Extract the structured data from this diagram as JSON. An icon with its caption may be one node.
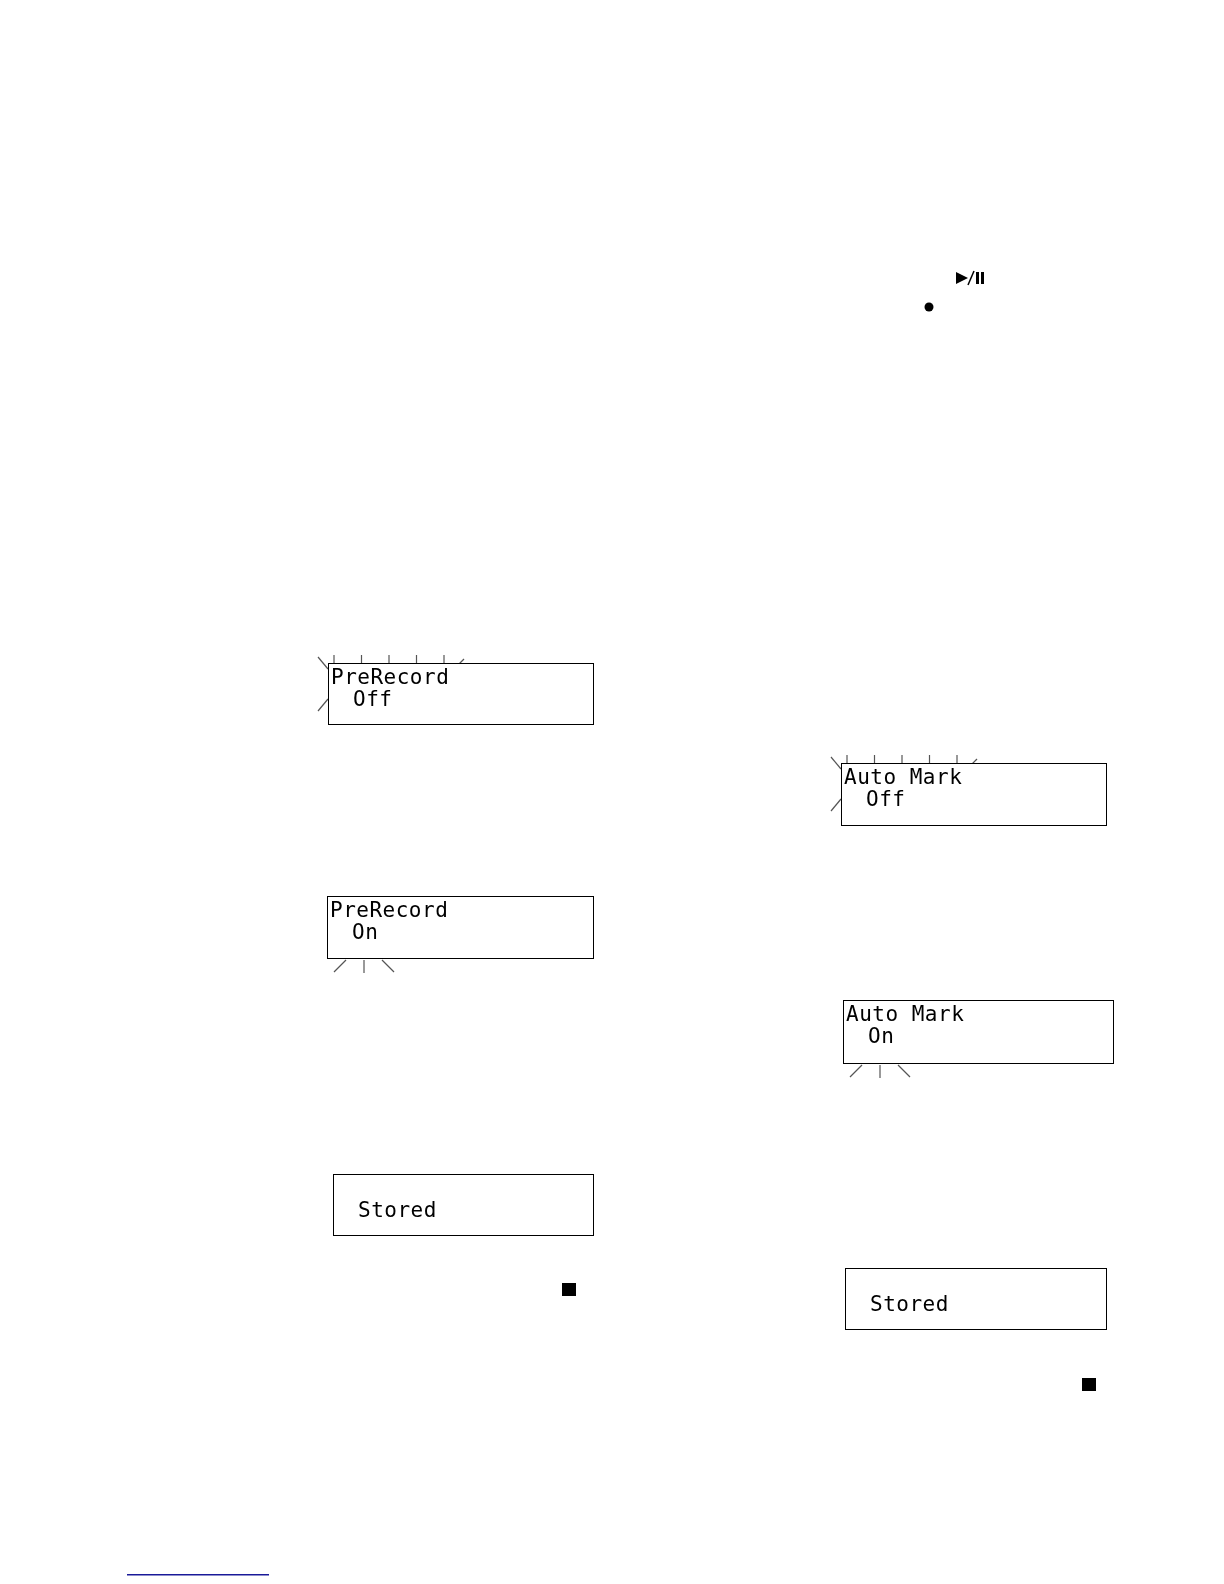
{
  "diagram": {
    "nodes": [
      {
        "text": [
          "PreRecord",
          "Off"
        ]
      },
      {
        "text": [
          "PreRecord",
          "On"
        ]
      },
      {
        "text": [
          "Stored"
        ]
      },
      {
        "text": [
          "Auto Mark",
          "Off"
        ]
      },
      {
        "text": [
          "Auto Mark",
          "On"
        ]
      },
      {
        "text": [
          "Stored"
        ]
      }
    ]
  }
}
